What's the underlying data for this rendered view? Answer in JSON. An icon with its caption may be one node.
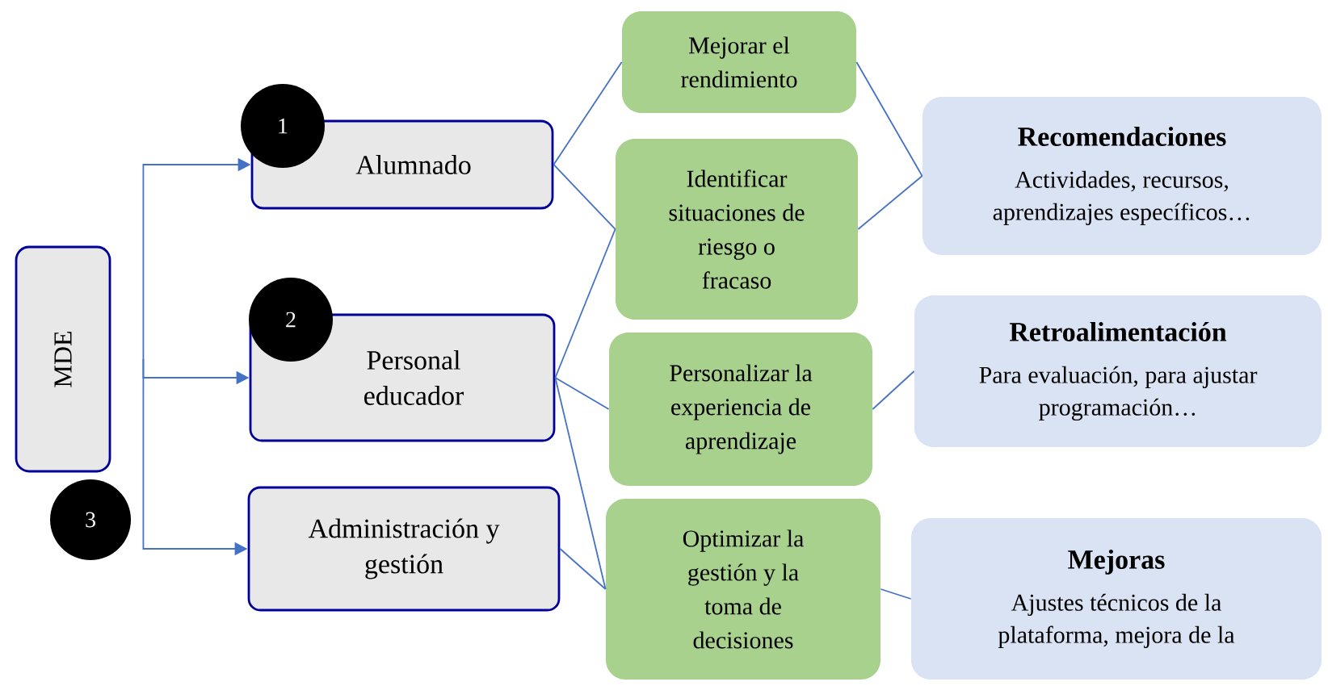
{
  "diagram": {
    "nodes": [
      {
        "text": [
          "MDE"
        ]
      },
      {
        "text": [
          "Alumnado"
        ]
      },
      {
        "text": [
          "Personal educador"
        ]
      },
      {
        "text": [
          "Administración y gestión"
        ]
      },
      {
        "text": [
          "1"
        ]
      },
      {
        "text": [
          "2"
        ]
      },
      {
        "text": [
          "3"
        ]
      },
      {
        "text": [
          "Mejorar el rendimiento"
        ]
      },
      {
        "text": [
          "Identificar situaciones de riesgo o fracaso"
        ]
      },
      {
        "text": [
          "Personalizar la experiencia de aprendizaje"
        ]
      },
      {
        "text": [
          "Optimizar la gestión y la toma de decisiones"
        ]
      },
      {
        "text": [
          "Recomendaciones",
          "Actividades, recursos, aprendizajes específicos…"
        ]
      },
      {
        "text": [
          "Retroalimentación",
          "Para evaluación, para ajustar programación…"
        ]
      },
      {
        "text": [
          "Mejoras",
          "Ajustes técnicos de la plataforma, mejora de la"
        ]
      }
    ],
    "edges": [
      {
        "from": 0,
        "to": 1,
        "arrow": "to"
      },
      {
        "from": 0,
        "to": 2,
        "arrow": "to"
      },
      {
        "from": 0,
        "to": 3,
        "arrow": "to"
      },
      {
        "from": 1,
        "to": 7,
        "arrow": "none"
      },
      {
        "from": 1,
        "to": 8,
        "arrow": "none"
      },
      {
        "from": 2,
        "to": 8,
        "arrow": "none"
      },
      {
        "from": 2,
        "to": 9,
        "arrow": "none"
      },
      {
        "from": 2,
        "to": 10,
        "arrow": "none"
      },
      {
        "from": 3,
        "to": 10,
        "arrow": "none"
      },
      {
        "from": 7,
        "to": 11,
        "arrow": "none"
      },
      {
        "from": 8,
        "to": 11,
        "arrow": "none"
      },
      {
        "from": 9,
        "to": 12,
        "arrow": "none"
      },
      {
        "from": 10,
        "to": 13,
        "arrow": "none"
      }
    ]
  }
}
